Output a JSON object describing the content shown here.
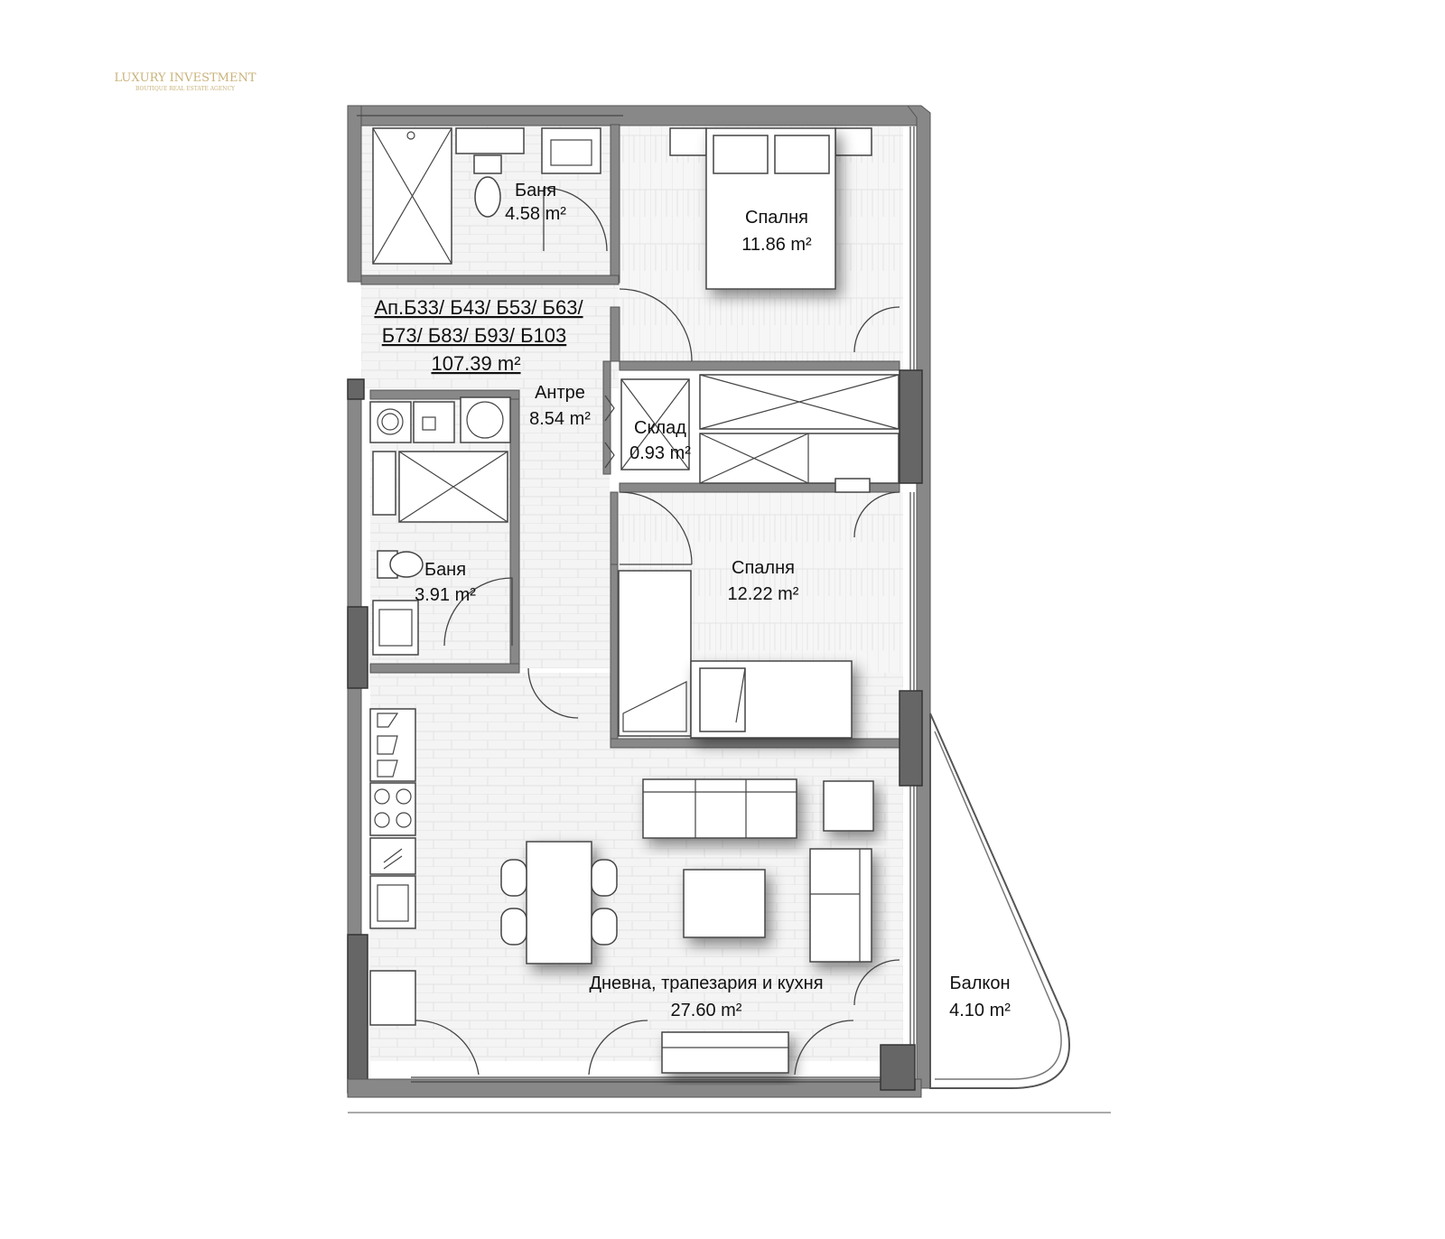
{
  "brand": {
    "name": "LUXURY INVESTMENT",
    "tagline": "BOUTIQUE REAL ESTATE AGENCY",
    "color": "#c9b27a"
  },
  "apartment": {
    "line1": "Ап.Б33/ Б43/ Б53/ Б63/",
    "line2": "Б73/ Б83/ Б93/ Б103",
    "area": "107.39 m²"
  },
  "rooms": {
    "bath1": {
      "name": "Баня",
      "area": "4.58 m²"
    },
    "bed1": {
      "name": "Спалня",
      "area": "11.86 m²"
    },
    "hall": {
      "name": "Антре",
      "area": "8.54 m²"
    },
    "storage": {
      "name": "Склад",
      "area": "0.93 m²"
    },
    "bath2": {
      "name": "Баня",
      "area": "3.91 m²"
    },
    "bed2": {
      "name": "Спалня",
      "area": "12.22 m²"
    },
    "living": {
      "name": "Дневна, трапезария и кухня",
      "area": "27.60 m²"
    },
    "balcony": {
      "name": "Балкон",
      "area": "4.10 m²"
    }
  }
}
